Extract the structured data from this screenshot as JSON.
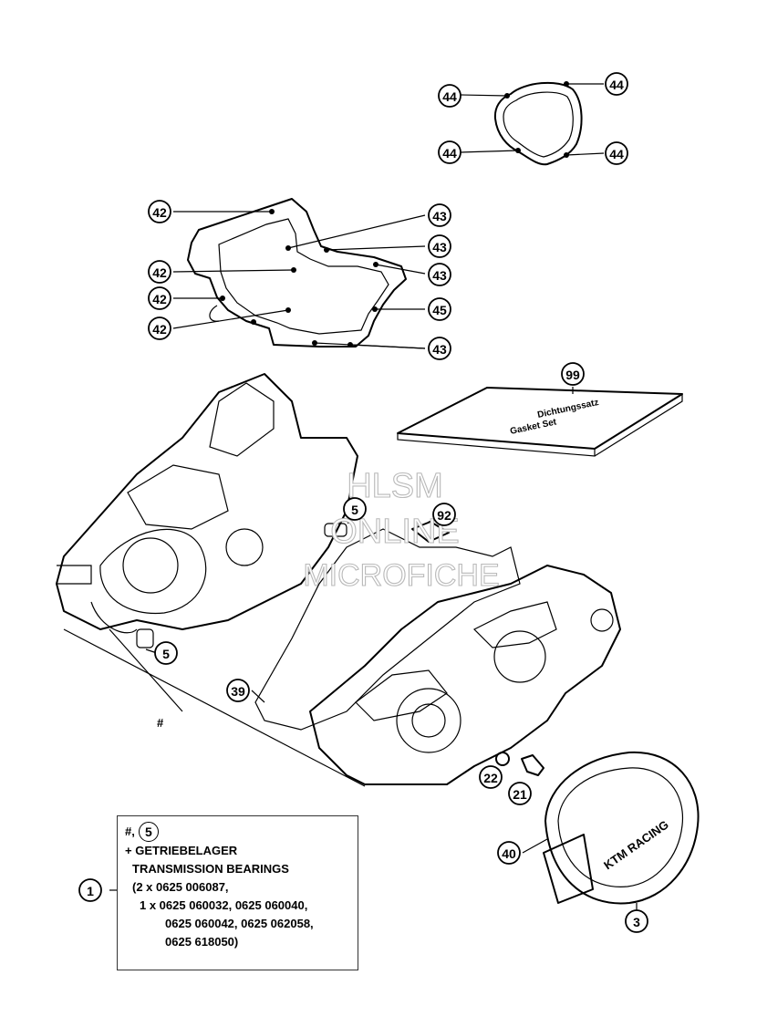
{
  "callouts": [
    {
      "id": "44a",
      "label": "44"
    },
    {
      "id": "44b",
      "label": "44"
    },
    {
      "id": "44c",
      "label": "44"
    },
    {
      "id": "44d",
      "label": "44"
    },
    {
      "id": "42a",
      "label": "42"
    },
    {
      "id": "42b",
      "label": "42"
    },
    {
      "id": "42c",
      "label": "42"
    },
    {
      "id": "42d",
      "label": "42"
    },
    {
      "id": "43a",
      "label": "43"
    },
    {
      "id": "43b",
      "label": "43"
    },
    {
      "id": "43c",
      "label": "43"
    },
    {
      "id": "43d",
      "label": "43"
    },
    {
      "id": "45",
      "label": "45"
    },
    {
      "id": "99",
      "label": "99"
    },
    {
      "id": "5a",
      "label": "5"
    },
    {
      "id": "92",
      "label": "92"
    },
    {
      "id": "5b",
      "label": "5"
    },
    {
      "id": "39",
      "label": "39"
    },
    {
      "id": "22",
      "label": "22"
    },
    {
      "id": "21",
      "label": "21"
    },
    {
      "id": "40",
      "label": "40"
    },
    {
      "id": "1",
      "label": "1"
    },
    {
      "id": "3",
      "label": "3"
    }
  ],
  "hash_label": "#",
  "gasket_kit": {
    "title": "Dichtungssatz",
    "subtitle": "Gasket Set"
  },
  "cover_logo": "KTM RACING",
  "watermark": {
    "line1": "HLSM",
    "line2": "ONLINE",
    "line3": "MICROFICHE"
  },
  "note": {
    "hash": "#,",
    "callout": "5",
    "lines": [
      "+ GETRIEBELAGER",
      "TRANSMISSION BEARINGS",
      "(2 x 0625 006087,",
      "1 x 0625 060032, 0625 060040,",
      "0625 060042, 0625 062058,",
      "0625 618050)"
    ]
  },
  "colors": {
    "line": "#000000",
    "watermark": "#b9b9b9",
    "background": "#ffffff"
  }
}
